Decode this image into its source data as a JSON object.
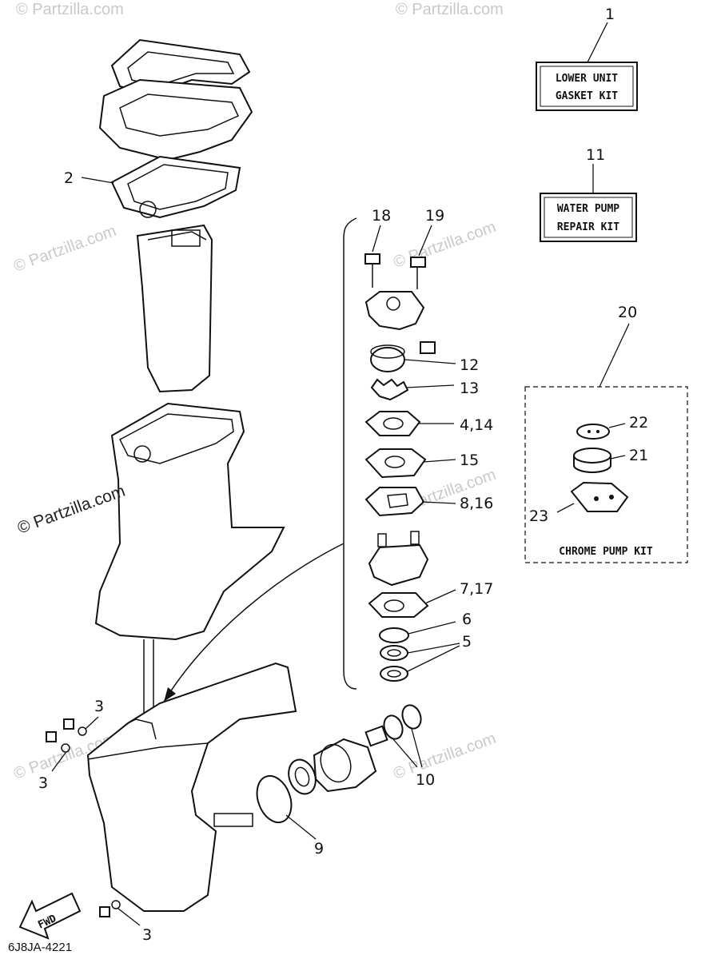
{
  "diagram": {
    "code": "6J8JA-4221",
    "watermarks": [
      "© Partzilla.com",
      "© Partzilla.com",
      "© Partzilla.com",
      "© Partzilla.com",
      "© Partzilla.com",
      "© Partzilla.com",
      "© Partzilla.com",
      "© Partzilla.com"
    ],
    "watermark_main": "© Partzilla.com",
    "fwd_label": "FWD",
    "kits": {
      "lower_unit": {
        "number": "1",
        "line1": "LOWER UNIT",
        "line2": "GASKET KIT"
      },
      "water_pump": {
        "number": "11",
        "line1": "WATER PUMP",
        "line2": "REPAIR KIT"
      },
      "chrome_pump": {
        "number": "20",
        "label": "CHROME PUMP KIT"
      }
    },
    "callouts": {
      "c2": "2",
      "c18": "18",
      "c19": "19",
      "c12": "12",
      "c13": "13",
      "c4_14": "4,14",
      "c15": "15",
      "c8_16": "8,16",
      "c7_17": "7,17",
      "c6": "6",
      "c5": "5",
      "c22": "22",
      "c21": "21",
      "c23": "23",
      "c3a": "3",
      "c3b": "3",
      "c3c": "3",
      "c10": "10",
      "c9": "9"
    }
  }
}
